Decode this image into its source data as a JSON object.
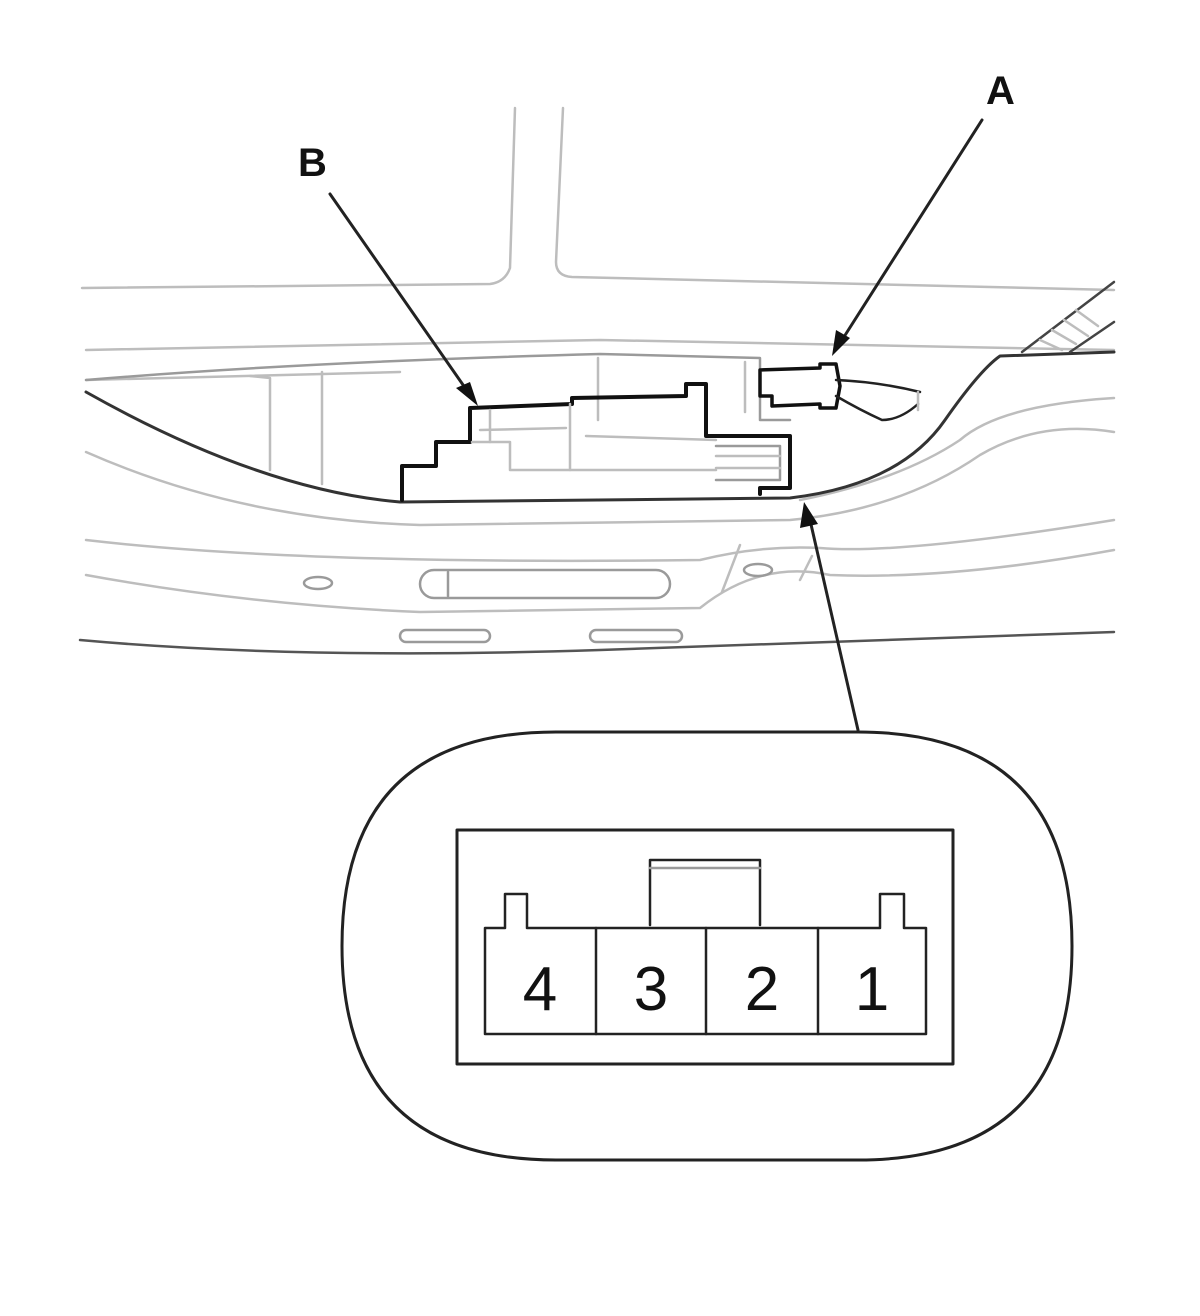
{
  "callouts": {
    "a": "A",
    "b": "B"
  },
  "connector": {
    "pins": [
      "4",
      "3",
      "2",
      "1"
    ]
  },
  "colors": {
    "line": "#111111",
    "faint_line": "#bdbdbd",
    "background": "#ffffff"
  }
}
